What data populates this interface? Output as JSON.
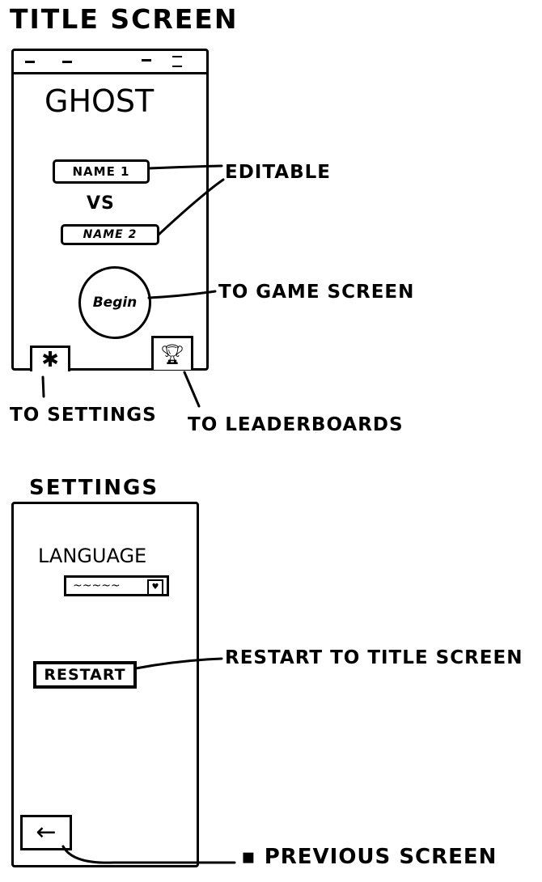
{
  "title_screen": {
    "heading": "TITLE SCREEN",
    "app_title": "GHOST",
    "name1": "NAME 1",
    "vs": "VS",
    "name2": "NAME 2",
    "begin": "Begin",
    "settings_icon": "gear-icon",
    "leaderboard_icon": "trophy-icon"
  },
  "settings_screen": {
    "heading": "SETTINGS",
    "language_label": "LANGUAGE",
    "language_value": "~~~~~",
    "restart": "RESTART",
    "back_icon": "back-arrow-icon"
  },
  "annotations": {
    "editable": "EDITABLE",
    "to_game": "TO GAME SCREEN",
    "to_settings": "TO SETTINGS",
    "to_leaderboards": "TO LEADERBOARDS",
    "restart_note": "RESTART TO TITLE SCREEN",
    "previous": "PREVIOUS SCREEN"
  }
}
